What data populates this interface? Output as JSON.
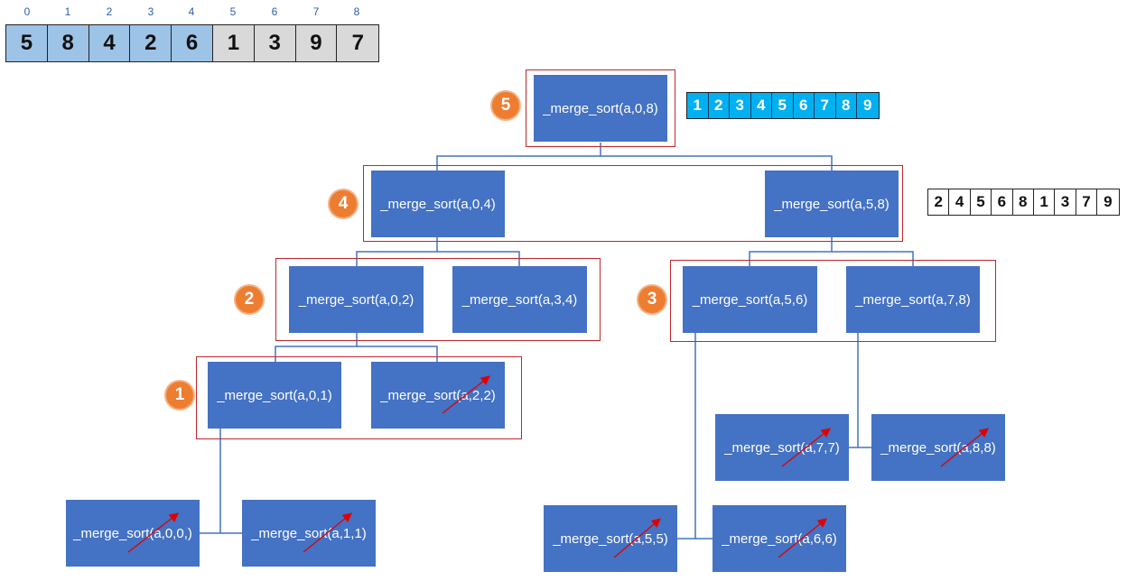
{
  "array": {
    "indices": [
      "0",
      "1",
      "2",
      "3",
      "4",
      "5",
      "6",
      "7",
      "8"
    ],
    "values": [
      "5",
      "8",
      "4",
      "2",
      "6",
      "1",
      "3",
      "9",
      "7"
    ],
    "left_half_color": "#9dc3e6",
    "right_half_color": "#d9d9d9"
  },
  "nodes": {
    "n08": "_merge_sort(a,0,8)",
    "n04": "_merge_sort(a,0,4)",
    "n58": "_merge_sort(a,5,8)",
    "n02": "_merge_sort(a,0,2)",
    "n34": "_merge_sort(a,3,4)",
    "n56": "_merge_sort(a,5,6)",
    "n78": "_merge_sort(a,7,8)",
    "n01": "_merge_sort(a,0,1)",
    "n22": "_merge_sort(a,2,2)",
    "n77": "_merge_sort(a,7,7)",
    "n88": "_merge_sort(a,8,8)",
    "n00": "_merge_sort(a,0,0,)",
    "n11": "_merge_sort(a,1,1)",
    "n55": "_merge_sort(a,5,5)",
    "n66": "_merge_sort(a,6,6)"
  },
  "badges": {
    "b1": "1",
    "b2": "2",
    "b3": "3",
    "b4": "4",
    "b5": "5"
  },
  "sorted_result": [
    "1",
    "2",
    "3",
    "4",
    "5",
    "6",
    "7",
    "8",
    "9"
  ],
  "partial_result": [
    "2",
    "4",
    "5",
    "6",
    "8",
    "1",
    "3",
    "7",
    "9"
  ],
  "colors": {
    "node": "#4472c4",
    "group_border": "#c0272d",
    "badge": "#ed7d31",
    "sorted_cell": "#00b0f0",
    "base_case_arrow": "#e00000"
  }
}
